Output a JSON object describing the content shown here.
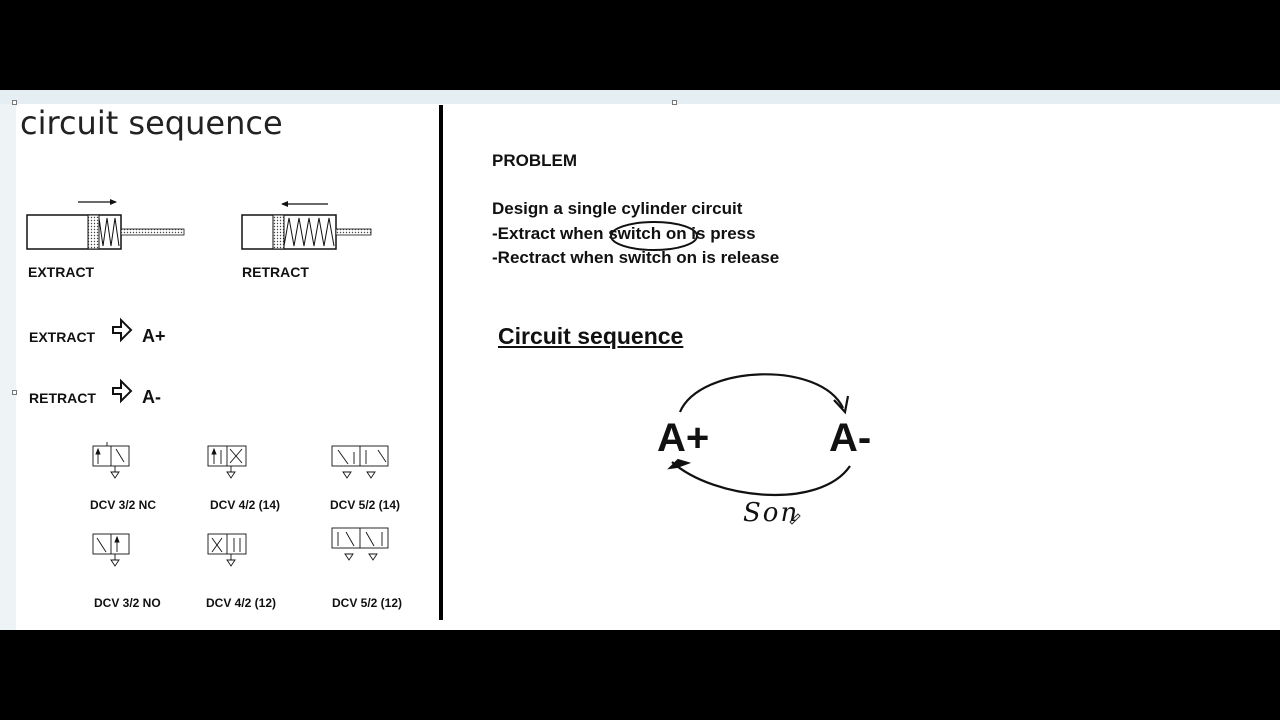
{
  "slide": {
    "title": "circuit sequence"
  },
  "left_panel": {
    "cylinder_labels": {
      "extract": "EXTRACT",
      "retract": "RETRACT"
    },
    "notation": [
      {
        "action": "EXTRACT",
        "symbol": "A+"
      },
      {
        "action": "RETRACT",
        "symbol": "A-"
      }
    ],
    "valves": [
      {
        "label": "DCV 3/2 NC"
      },
      {
        "label": "DCV 4/2 (14)"
      },
      {
        "label": "DCV 5/2 (14)"
      },
      {
        "label": "DCV 3/2 NO"
      },
      {
        "label": "DCV 4/2 (12)"
      },
      {
        "label": "DCV 5/2 (12)"
      }
    ]
  },
  "right_panel": {
    "problem": {
      "heading": "PROBLEM",
      "line1": "Design a single cylinder circuit",
      "line2": "-Extract when switch on is press",
      "line3": "-Rectract when switch on is release"
    },
    "sequence": {
      "heading": "Circuit sequence",
      "state_a": "A+",
      "state_b": "A-",
      "handwritten_note": "Son"
    }
  },
  "colors": {
    "letterbox": "#000000",
    "canvas": "#ffffff",
    "ink": "#111111",
    "frame": "#e4eef3"
  }
}
